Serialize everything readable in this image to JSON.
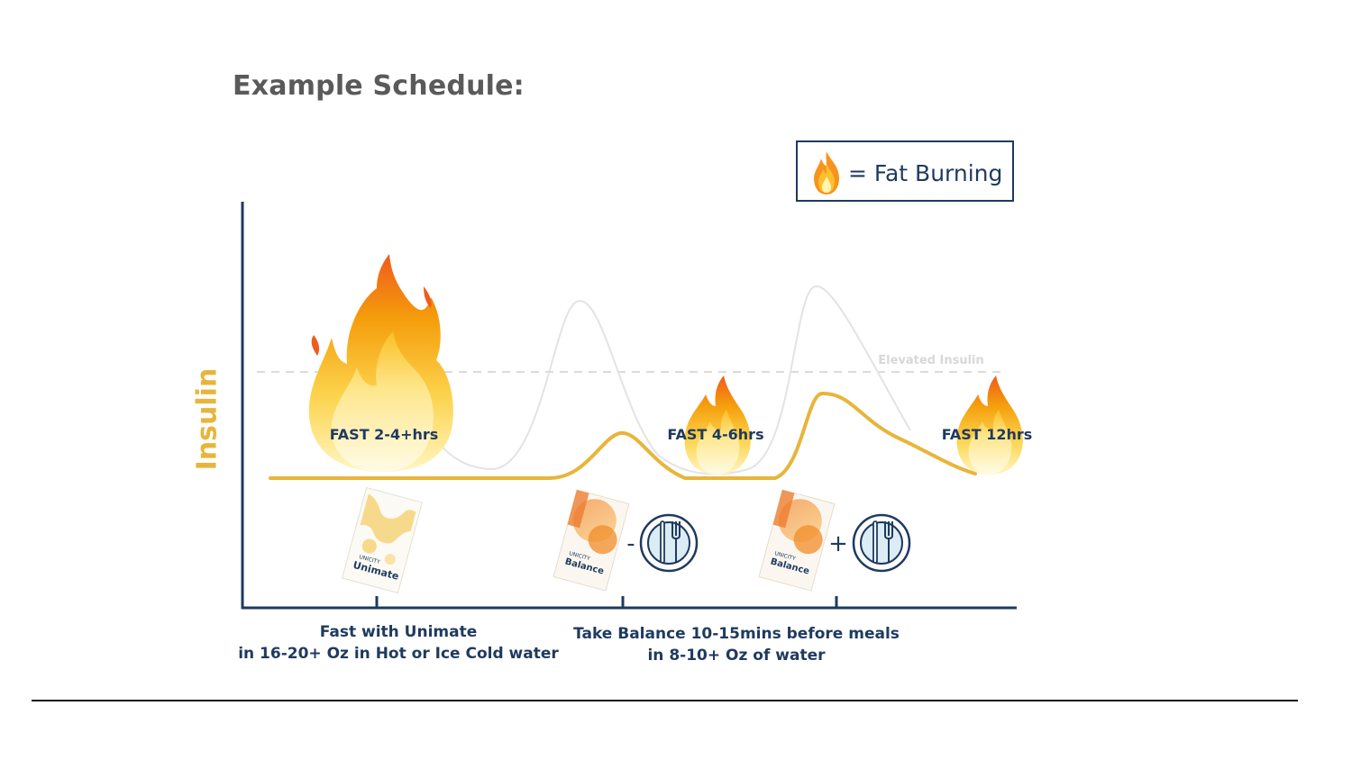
{
  "title": "Example Schedule:",
  "legend": {
    "icon": "flame-icon",
    "text": "= Fat Burning"
  },
  "axis": {
    "ylabel": "Insulin"
  },
  "threshold": {
    "label": "Elevated Insulin"
  },
  "fasts": [
    {
      "label": "FAST 2-4+hrs"
    },
    {
      "label": "FAST 4-6hrs"
    },
    {
      "label": "FAST 12hrs"
    }
  ],
  "packets": [
    {
      "brand": "UNICITY",
      "name": "Unimate"
    },
    {
      "brand": "UNICITY",
      "name": "Balance",
      "operator": "-"
    },
    {
      "brand": "UNICITY",
      "name": "Balance",
      "operator": "+"
    }
  ],
  "captions": [
    {
      "line1": "Fast with Unimate",
      "line2": "in 16-20+ Oz in Hot or Ice Cold water"
    },
    {
      "line1": "Take Balance 10-15mins before meals",
      "line2": "in 8-10+ Oz of water"
    }
  ],
  "colors": {
    "navy": "#1f3a5f",
    "gold": "#e8b53a",
    "flame_outer": "#f26b1d",
    "flame_mid": "#f9a825",
    "flame_inner": "#fff3b0",
    "title_gray": "#5a5a5a"
  }
}
